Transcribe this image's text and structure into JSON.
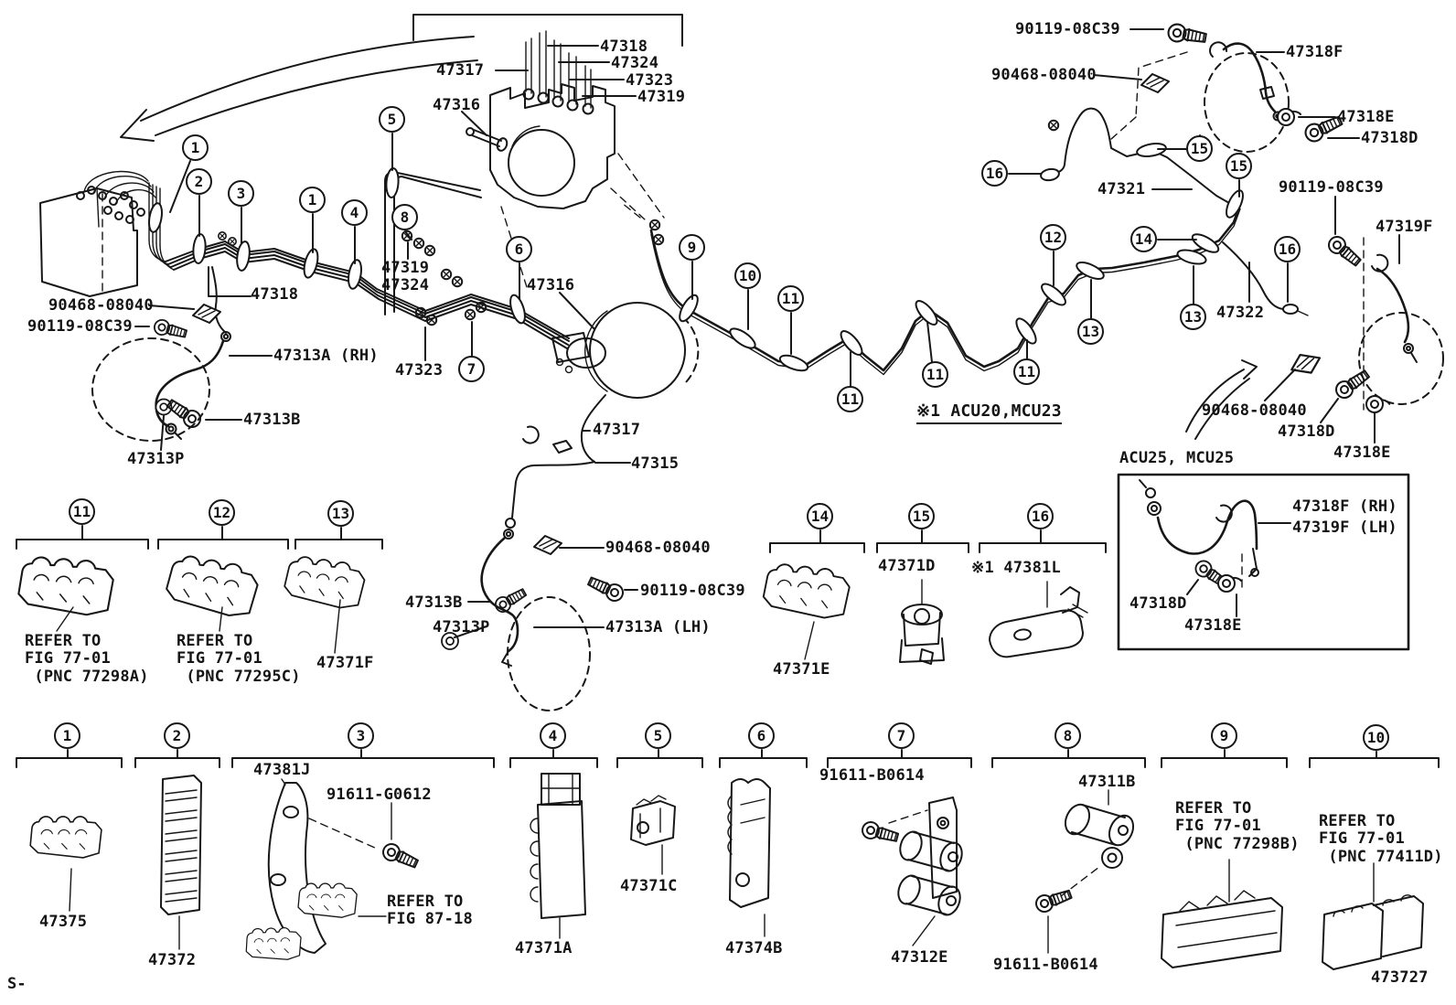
{
  "figure": {
    "footer_code": "S-",
    "variant_note": "※1 ACU20,MCU23",
    "variant_box_title": "ACU25, MCU25"
  },
  "labels": [
    {
      "t": "47318"
    },
    {
      "t": "47324"
    },
    {
      "t": "47323"
    },
    {
      "t": "47319"
    },
    {
      "t": "47317"
    },
    {
      "t": "47316"
    },
    {
      "t": "47319"
    },
    {
      "t": "47324"
    },
    {
      "t": "47323"
    },
    {
      "t": "47316"
    },
    {
      "t": "47317"
    },
    {
      "t": "47315"
    },
    {
      "t": "47318"
    },
    {
      "t": "90468-08040"
    },
    {
      "t": "90119-08C39"
    },
    {
      "t": "47313A (RH)"
    },
    {
      "t": "47313B"
    },
    {
      "t": "47313P"
    },
    {
      "t": "90468-08040"
    },
    {
      "t": "90119-08C39"
    },
    {
      "t": "47313B"
    },
    {
      "t": "47313P"
    },
    {
      "t": "47313A (LH)"
    },
    {
      "t": "90119-08C39"
    },
    {
      "t": "90468-08040"
    },
    {
      "t": "47318F"
    },
    {
      "t": "47318E"
    },
    {
      "t": "47318D"
    },
    {
      "t": "47321"
    },
    {
      "t": "90119-08C39"
    },
    {
      "t": "47319F"
    },
    {
      "t": "47322"
    },
    {
      "t": "90468-08040"
    },
    {
      "t": "47318D"
    },
    {
      "t": "47318E"
    },
    {
      "t": "※1 ACU20,MCU23"
    },
    {
      "t": "ACU25, MCU25"
    },
    {
      "t": "47318F (RH)"
    },
    {
      "t": "47319F (LH)"
    },
    {
      "t": "47318D"
    },
    {
      "t": "47318E"
    },
    {
      "t": "REFER TO\nFIG 77-01\n (PNC 77298A)"
    },
    {
      "t": "REFER TO\nFIG 77-01\n (PNC 77295C)"
    },
    {
      "t": "47371F"
    },
    {
      "t": "47371E"
    },
    {
      "t": "47371D"
    },
    {
      "t": "※1 47381L"
    },
    {
      "t": "47375"
    },
    {
      "t": "47372"
    },
    {
      "t": "47381J"
    },
    {
      "t": "91611-G0612"
    },
    {
      "t": "REFER TO\nFIG 87-18"
    },
    {
      "t": "47371A"
    },
    {
      "t": "47371C"
    },
    {
      "t": "47374B"
    },
    {
      "t": "91611-B0614"
    },
    {
      "t": "47312E"
    },
    {
      "t": "47311B"
    },
    {
      "t": "91611-B0614"
    },
    {
      "t": "REFER TO\nFIG 77-01\n (PNC 77298B)"
    },
    {
      "t": "REFER TO\nFIG 77-01\n (PNC 77411D)"
    },
    {
      "t": "473727"
    },
    {
      "t": "S-"
    }
  ],
  "callouts": [
    {
      "n": "1"
    },
    {
      "n": "2"
    },
    {
      "n": "3"
    },
    {
      "n": "1"
    },
    {
      "n": "4"
    },
    {
      "n": "8"
    },
    {
      "n": "5"
    },
    {
      "n": "6"
    },
    {
      "n": "7"
    },
    {
      "n": "9"
    },
    {
      "n": "10"
    },
    {
      "n": "11"
    },
    {
      "n": "11"
    },
    {
      "n": "11"
    },
    {
      "n": "11"
    },
    {
      "n": "12"
    },
    {
      "n": "13"
    },
    {
      "n": "14"
    },
    {
      "n": "13"
    },
    {
      "n": "16"
    },
    {
      "n": "15"
    },
    {
      "n": "15"
    },
    {
      "n": "16"
    },
    {
      "n": "11"
    },
    {
      "n": "12"
    },
    {
      "n": "13"
    },
    {
      "n": "14"
    },
    {
      "n": "15"
    },
    {
      "n": "16"
    },
    {
      "n": "1"
    },
    {
      "n": "2"
    },
    {
      "n": "3"
    },
    {
      "n": "4"
    },
    {
      "n": "5"
    },
    {
      "n": "6"
    },
    {
      "n": "7"
    },
    {
      "n": "8"
    },
    {
      "n": "9"
    },
    {
      "n": "10"
    }
  ]
}
